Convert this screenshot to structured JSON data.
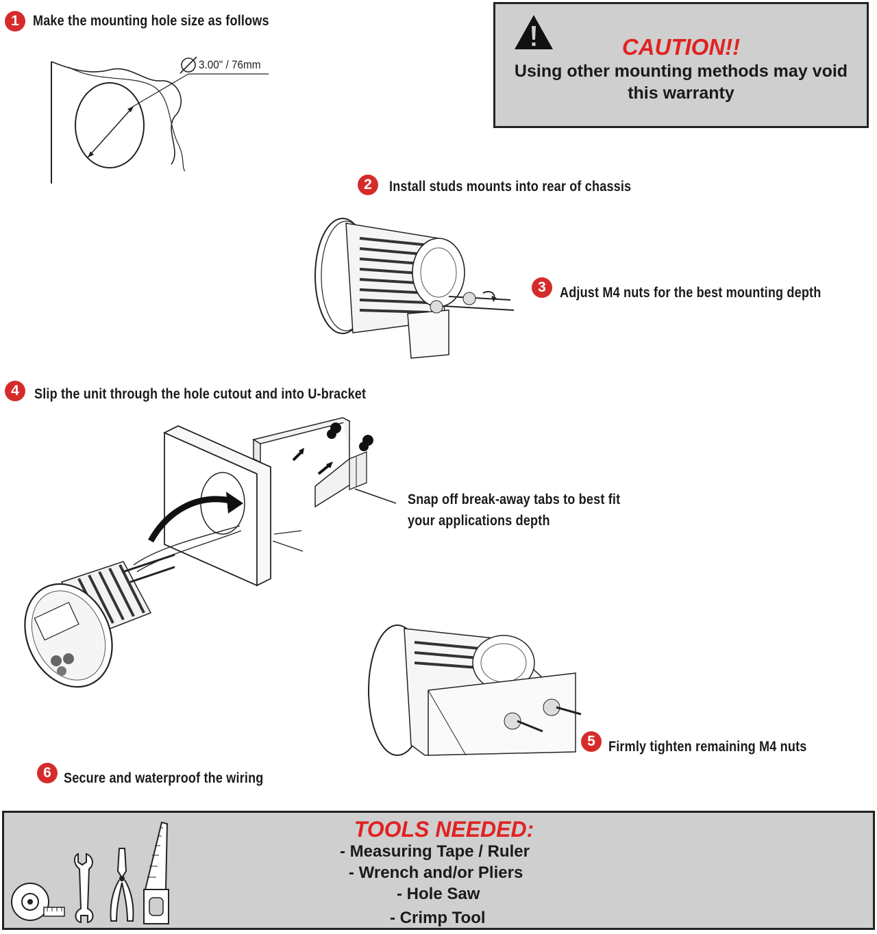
{
  "steps": [
    {
      "num": "1",
      "text": "Make the mounting hole size as follows"
    },
    {
      "num": "2",
      "text": "Install studs mounts into rear of chassis"
    },
    {
      "num": "3",
      "text": "Adjust M4 nuts for the best mounting depth"
    },
    {
      "num": "4",
      "text": "Slip the unit through the hole cutout and into U-bracket"
    },
    {
      "num": "5",
      "text": "Firmly tighten remaining M4 nuts"
    },
    {
      "num": "6",
      "text": "Secure and waterproof the wiring"
    }
  ],
  "hole_dimension": "3.00\" / 76mm",
  "snap_note": {
    "line1": "Snap off break-away tabs to best fit",
    "line2": "your applications depth"
  },
  "caution": {
    "title": "CAUTION!!",
    "line1": "Using other mounting methods may void",
    "line2": "this warranty",
    "icon": "warning-triangle-icon"
  },
  "tools": {
    "title": "TOOLS NEEDED:",
    "items": [
      "- Measuring Tape / Ruler",
      "- Wrench and/or Pliers",
      "- Hole Saw",
      "- Crimp Tool"
    ],
    "icons": [
      "tape-measure-icon",
      "wrench-icon",
      "pliers-icon",
      "saw-icon"
    ]
  },
  "colors": {
    "accent_red": "#e02222",
    "step_badge": "#d62b2b",
    "box_gray": "#cfcfcf"
  }
}
